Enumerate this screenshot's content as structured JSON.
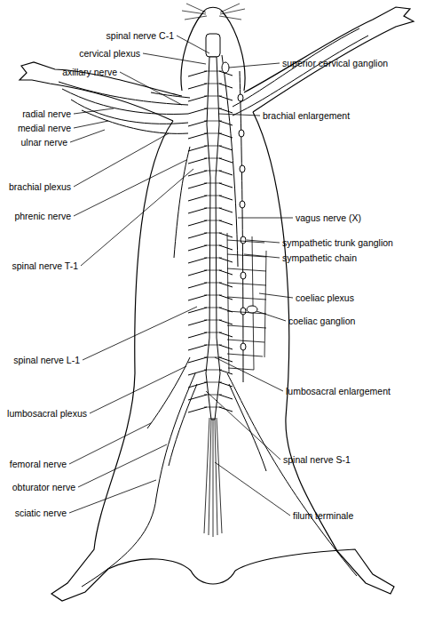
{
  "diagram": {
    "labels": [
      "spinal nerve C-1",
      "cervical plexus",
      "superior cervical ganglion",
      "axillary nerve",
      "radial nerve",
      "brachial enlargement",
      "medial nerve",
      "ulnar nerve",
      "brachial plexus",
      "phrenic nerve",
      "vagus nerve (X)",
      "sympathetic trunk ganglion",
      "sympathetic chain",
      "spinal nerve T-1",
      "coeliac plexus",
      "coeliac ganglion",
      "spinal nerve L-1",
      "lumbosacral enlargement",
      "lumbosacral plexus",
      "spinal nerve S-1",
      "femoral nerve",
      "obturator nerve",
      "sciatic nerve",
      "filum terminale"
    ]
  }
}
